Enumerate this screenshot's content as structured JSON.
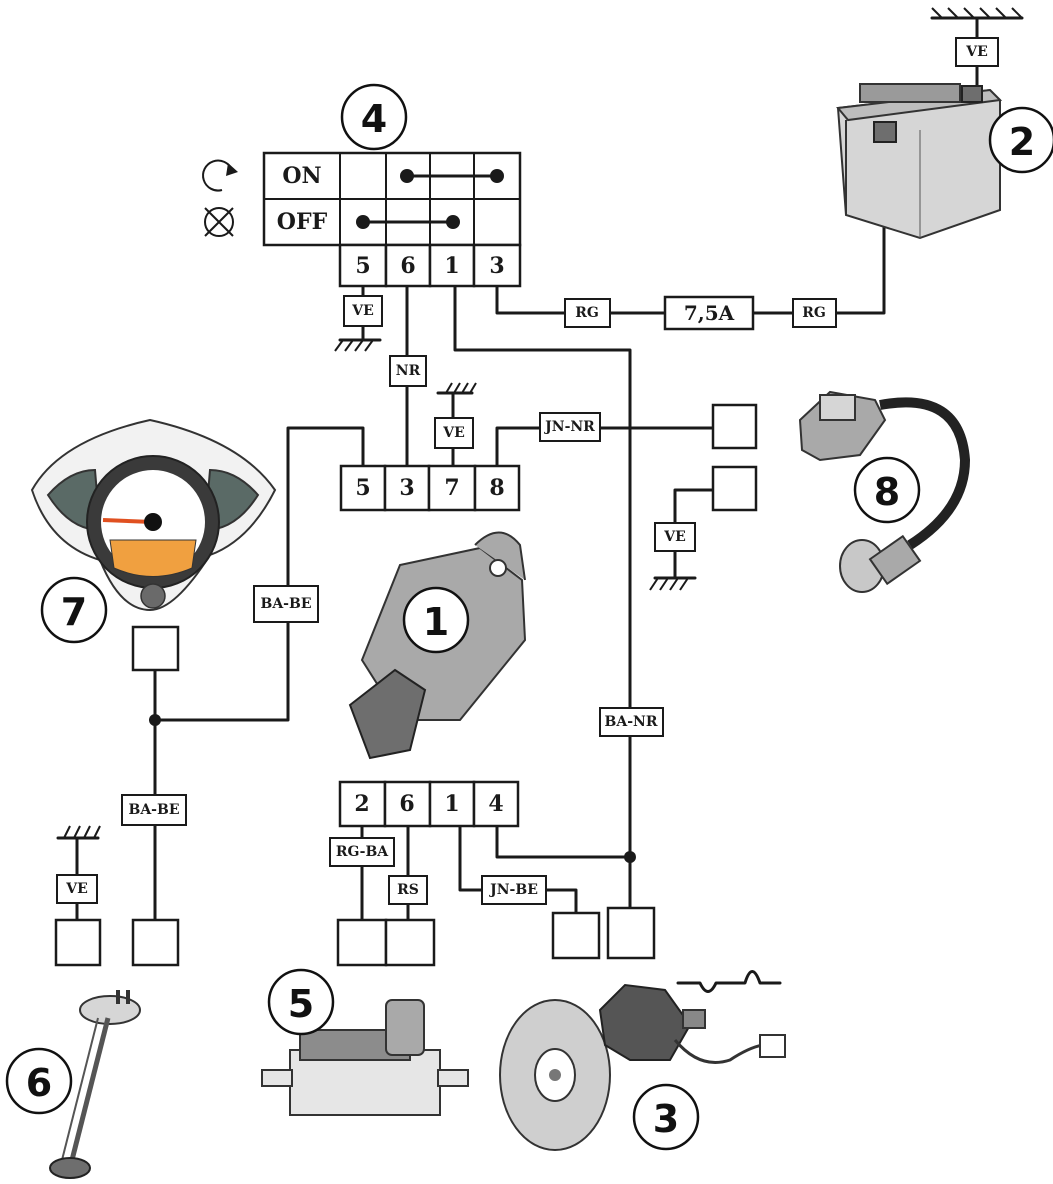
{
  "components": [
    {
      "id": "cdi",
      "number": "1"
    },
    {
      "id": "battery",
      "number": "2"
    },
    {
      "id": "alternator",
      "number": "3"
    },
    {
      "id": "ignition-switch",
      "number": "4"
    },
    {
      "id": "regulator",
      "number": "5"
    },
    {
      "id": "fuel-gauge-sender",
      "number": "6"
    },
    {
      "id": "instrument-cluster",
      "number": "7"
    },
    {
      "id": "ignition-coil",
      "number": "8"
    }
  ],
  "switch": {
    "on_label": "ON",
    "off_label": "OFF",
    "pins": [
      "5",
      "6",
      "1",
      "3"
    ]
  },
  "cdi_connector": {
    "pins": [
      "5",
      "3",
      "7",
      "8"
    ]
  },
  "regulator_connector": {
    "pins": [
      "2",
      "6",
      "1",
      "4"
    ]
  },
  "fuse": {
    "label": "7,5A"
  },
  "wire_labels": {
    "ve": "VE",
    "rg": "RG",
    "nr": "NR",
    "jn_nr": "JN-NR",
    "ba_be": "BA-BE",
    "ba_nr": "BA-NR",
    "rg_ba": "RG-BA",
    "rs": "RS",
    "jn_be": "JN-BE"
  },
  "colors": {
    "wire": "#1a1a1a",
    "component_fill": "#a9a9a9",
    "cluster_display": "#f0a040"
  }
}
